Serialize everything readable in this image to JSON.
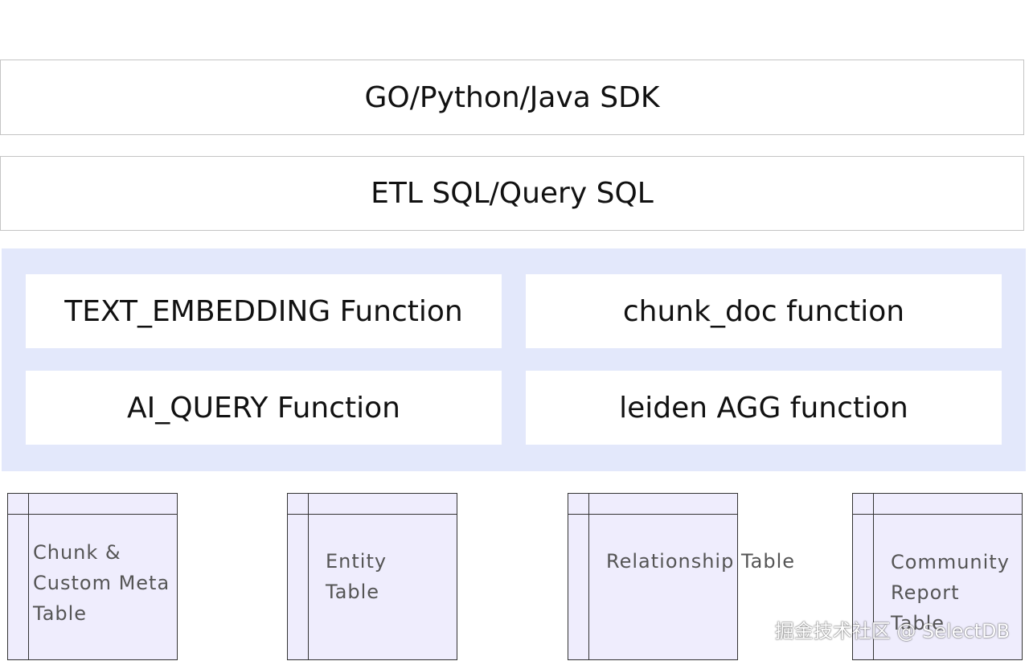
{
  "layers": {
    "sdk": "GO/Python/Java SDK",
    "sql": "ETL SQL/Query SQL"
  },
  "functions": {
    "text_embedding": "TEXT_EMBEDDING Function",
    "chunk_doc": "chunk_doc function",
    "ai_query": "AI_QUERY Function",
    "leiden_agg": "leiden AGG function"
  },
  "tables": {
    "chunk": "Chunk &\nCustom Meta\nTable",
    "entity": "Entity\nTable",
    "relationship": "Relationship\nTable",
    "community": "Community\nReport\nTable"
  },
  "colors": {
    "functions_panel_bg": "#e3e8fb",
    "table_fill": "#efedfd",
    "box_border": "#c4c4c4"
  },
  "watermark": "掘金技术社区 @ SelectDB"
}
